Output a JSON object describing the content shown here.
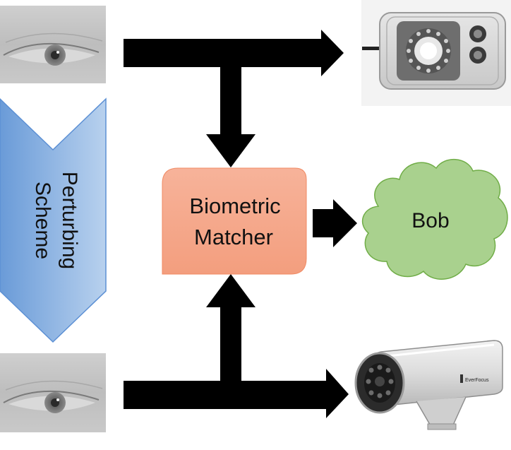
{
  "diagram": {
    "matcher": {
      "line1": "Biometric",
      "line2": "Matcher"
    },
    "bob": {
      "label": "Bob"
    },
    "perturbing": {
      "line1": "Perturbing",
      "line2": "Scheme"
    },
    "camera_brand": {
      "text": "EverFocus"
    }
  },
  "colors": {
    "arrow": "#000000",
    "matcher_fill_top": "#f6a88b",
    "matcher_fill_bottom": "#f4a07f",
    "cloud_fill": "#a9d18e",
    "cloud_stroke": "#70ad47",
    "chevron_top": "#6a9bd8",
    "chevron_bottom": "#b8d1ee",
    "chevron_stroke": "#5b8fd4"
  }
}
